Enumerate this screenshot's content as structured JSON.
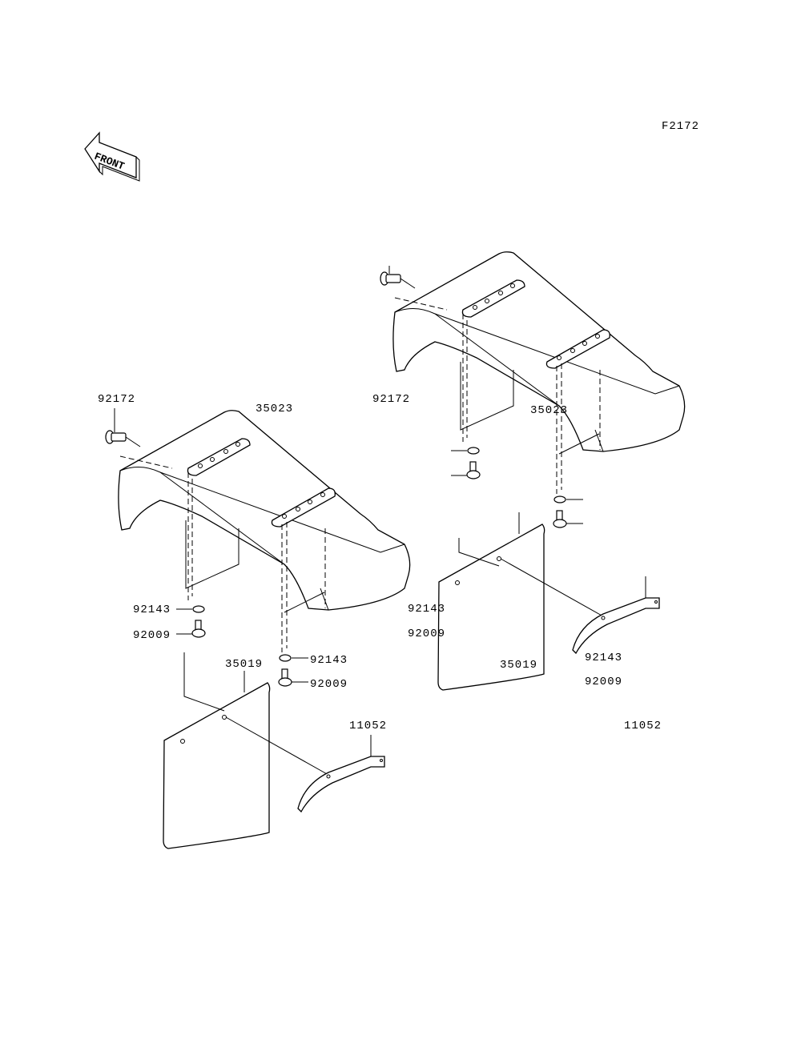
{
  "diagram_code": "F2172",
  "front_label": "FRONT",
  "assemblies": [
    {
      "id": "right",
      "labels": {
        "bolt_top": "92172",
        "fender": "35023",
        "washer_left": "92143",
        "bolt_left": "92009",
        "washer_right": "92143",
        "bolt_right": "92009",
        "flap": "35019",
        "bracket": "11052"
      }
    },
    {
      "id": "left",
      "labels": {
        "bolt_top": "92172",
        "fender": "35023",
        "washer_left": "92143",
        "bolt_left": "92009",
        "washer_right": "92143",
        "bolt_right": "92009",
        "flap": "35019",
        "bracket": "11052"
      }
    }
  ]
}
